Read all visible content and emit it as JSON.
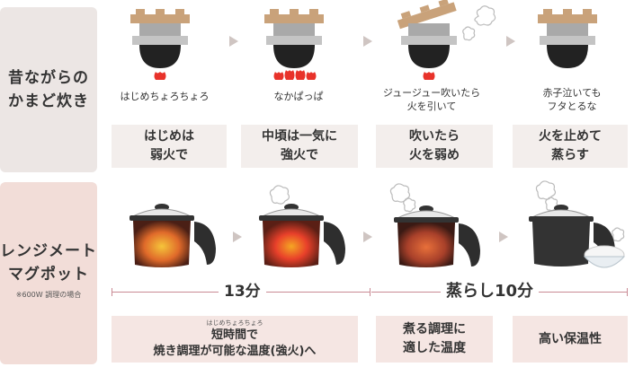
{
  "traditional": {
    "title_line1": "昔ながらの",
    "title_line2": "かまど炊き",
    "steps": [
      {
        "caption_line1": "はじめちょろちょろ",
        "caption_line2": "",
        "box_line1": "はじめは",
        "box_line2": "弱火で"
      },
      {
        "caption_line1": "なかぱっぱ",
        "caption_line2": "",
        "box_line1": "中頃は一気に",
        "box_line2": "強火で"
      },
      {
        "caption_line1": "ジュージュー吹いたら",
        "caption_line2": "火を引いて",
        "box_line1": "吹いたら",
        "box_line2": "火を弱め"
      },
      {
        "caption_line1": "赤子泣いても",
        "caption_line2": "フタとるな",
        "box_line1": "火を止めて",
        "box_line2": "蒸らす"
      }
    ]
  },
  "product": {
    "title_line1": "レンジメート",
    "title_line2": "マグポット",
    "note": "※600W 調理の場合",
    "timeline": {
      "cook_label": "13分",
      "steam_label": "蒸らし10分"
    },
    "boxes": [
      {
        "ruby": "はじめちょろちょろ",
        "line1": "短時間で",
        "line2": "焼き調理が可能な温度(強火)へ"
      },
      {
        "line1": "煮る調理に",
        "line2": "適した温度"
      },
      {
        "line1": "高い保温性"
      }
    ]
  },
  "colors": {
    "pot_lid": "#c9a27a",
    "pot_body": "#a9a9a9",
    "flame": "#e8322a",
    "heat": "#f5a623"
  }
}
